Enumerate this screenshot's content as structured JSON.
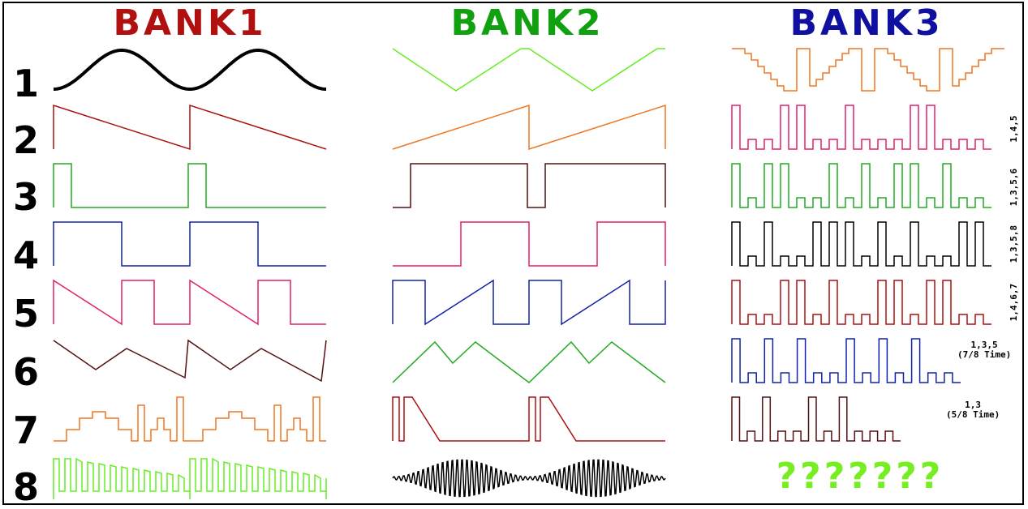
{
  "banks": [
    {
      "title": "BANK1",
      "color": "#b01010"
    },
    {
      "title": "BANK2",
      "color": "#10a010"
    },
    {
      "title": "BANK3",
      "color": "#1010a0"
    }
  ],
  "row_numbers": [
    "1",
    "2",
    "3",
    "4",
    "5",
    "6",
    "7",
    "8"
  ],
  "bank3_labels": {
    "row2": "1,4,5",
    "row3": "1,3,5,6",
    "row4": "1,3,5,8",
    "row5": "1,4,6,7",
    "row6_top": "1,3,5",
    "row6_bottom": "(7/8 Time)",
    "row7_top": "1,3",
    "row7_bottom": "(5/8 Time)"
  },
  "bank3_row8_text": "???????",
  "colors": {
    "black": "#000000",
    "lime": "#66ee22",
    "orange": "#ee7722",
    "darkred": "#aa1111",
    "pink": "#e0206a",
    "green": "#22aa22",
    "brown": "#551111",
    "blue": "#1122aa",
    "question": "#77ee22"
  }
}
